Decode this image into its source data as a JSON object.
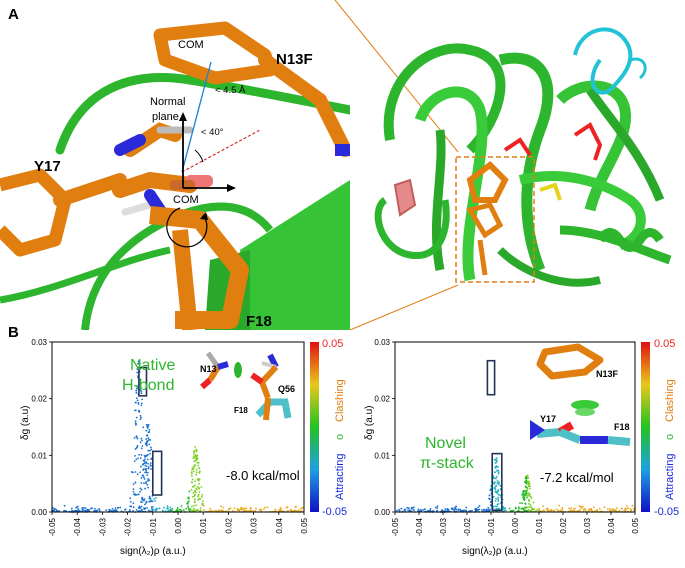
{
  "panels": {
    "a": {
      "letter": "A",
      "labels": {
        "com_top": "COM",
        "com_bottom": "COM",
        "n13f": "N13F",
        "y17": "Y17",
        "f18": "F18",
        "normal_plane_line1": "Normal",
        "normal_plane_line2": "plane",
        "distance": "< 4.5 Å",
        "angle": "< 40°"
      },
      "colors": {
        "protein": "#2db52d",
        "residue": "#e07f10",
        "nitrogen": "#2a2ad8",
        "oxygen": "#e44",
        "loop": "#22c3d6"
      }
    },
    "b": {
      "letter": "B"
    }
  },
  "chart_data": [
    {
      "type": "scatter",
      "xlabel": "sign(λ₂)ρ (a.u.)",
      "ylabel": "δg (a.u)",
      "xlim": [
        -0.05,
        0.05
      ],
      "ylim": [
        0,
        0.03
      ],
      "xticks": [
        "-0.05",
        "-0.04",
        "-0.03",
        "-0.02",
        "-0.01",
        "0.00",
        "0.01",
        "0.02",
        "0.03",
        "0.04",
        "0.05"
      ],
      "yticks": [
        "0.00",
        "0.01",
        "0.02",
        "0.03"
      ],
      "annotation_line1": "Native",
      "annotation_line2": "H-bond",
      "energy": "-8.0 kcal/mol",
      "inset_labels": [
        "N13",
        "Q56",
        "F18"
      ],
      "highlight_boxes": [
        {
          "x0": -0.0155,
          "x1": -0.0125,
          "y0": 0.0205,
          "y1": 0.0255
        },
        {
          "x0": -0.01,
          "x1": -0.0065,
          "y0": 0.003,
          "y1": 0.0107
        }
      ],
      "spikes": [
        {
          "center": -0.0155,
          "height": 0.027
        },
        {
          "center": -0.012,
          "height": 0.0155
        },
        {
          "center": 0.007,
          "height": 0.0115
        }
      ],
      "colorbar": {
        "min_label": "-0.05",
        "max_label": "0.05",
        "label_attracting": "Attracting",
        "label_o": "o",
        "label_clashing": "Clashing"
      }
    },
    {
      "type": "scatter",
      "xlabel": "sign(λ₂)ρ (a.u.)",
      "ylabel": "δg (a.u)",
      "xlim": [
        -0.05,
        0.05
      ],
      "ylim": [
        0,
        0.03
      ],
      "xticks": [
        "-0.05",
        "-0.04",
        "-0.03",
        "-0.02",
        "-0.01",
        "0.00",
        "0.01",
        "0.02",
        "0.03",
        "0.04",
        "0.05"
      ],
      "yticks": [
        "0.00",
        "0.01",
        "0.02",
        "0.03"
      ],
      "annotation_line1": "Novel",
      "annotation_line2": "π-stack",
      "energy": "-7.2 kcal/mol",
      "inset_labels": [
        "N13F",
        "Y17",
        "F18"
      ],
      "highlight_boxes": [
        {
          "x0": -0.0115,
          "x1": -0.0085,
          "y0": 0.0207,
          "y1": 0.0267
        },
        {
          "x0": -0.0095,
          "x1": -0.0055,
          "y0": 0.0003,
          "y1": 0.0103
        }
      ],
      "spikes": [
        {
          "center": -0.008,
          "height": 0.0095
        },
        {
          "center": 0.005,
          "height": 0.0065
        }
      ],
      "colorbar": {
        "min_label": "-0.05",
        "max_label": "0.05",
        "label_attracting": "Attracting",
        "label_o": "o",
        "label_clashing": "Clashing"
      }
    }
  ]
}
